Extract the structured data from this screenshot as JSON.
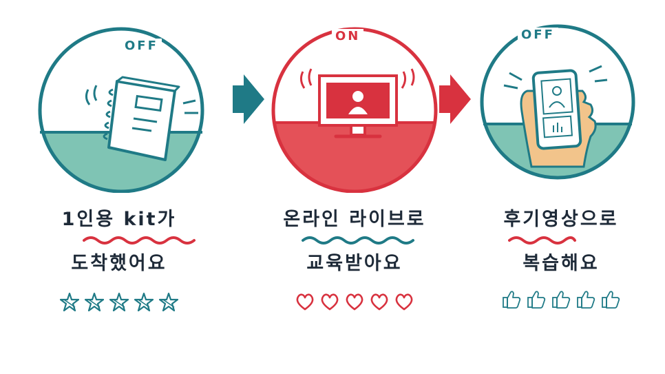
{
  "colors": {
    "teal": "#1f7a86",
    "teal_fill": "#7fc4b4",
    "red": "#d8323f",
    "red_fill": "#e45158",
    "ink": "#1e2a38",
    "skin": "#f2c48b",
    "wave_red": "#d8323f",
    "wave_teal": "#1f7a86"
  },
  "panels": [
    {
      "status": "OFF",
      "scene_icon": "notebook-icon",
      "line1": "1인용 kit가",
      "line2": "도착했어요",
      "underline_line": 1,
      "rating_icon": "star-icon",
      "rating_count": 5
    },
    {
      "status": "ON",
      "scene_icon": "monitor-icon",
      "line1": "온라인 라이브로",
      "line2": "교육받아요",
      "underline_line": 1,
      "rating_icon": "heart-icon",
      "rating_count": 5
    },
    {
      "status": "OFF",
      "scene_icon": "smartphone-icon",
      "line1": "후기영상으로",
      "line2": "복습해요",
      "underline_line": 1,
      "rating_icon": "thumbs-up-icon",
      "rating_count": 5
    }
  ],
  "arrows": [
    {
      "icon": "arrow-right-icon",
      "color": "#1f7a86"
    },
    {
      "icon": "arrow-right-icon",
      "color": "#d8323f"
    }
  ]
}
